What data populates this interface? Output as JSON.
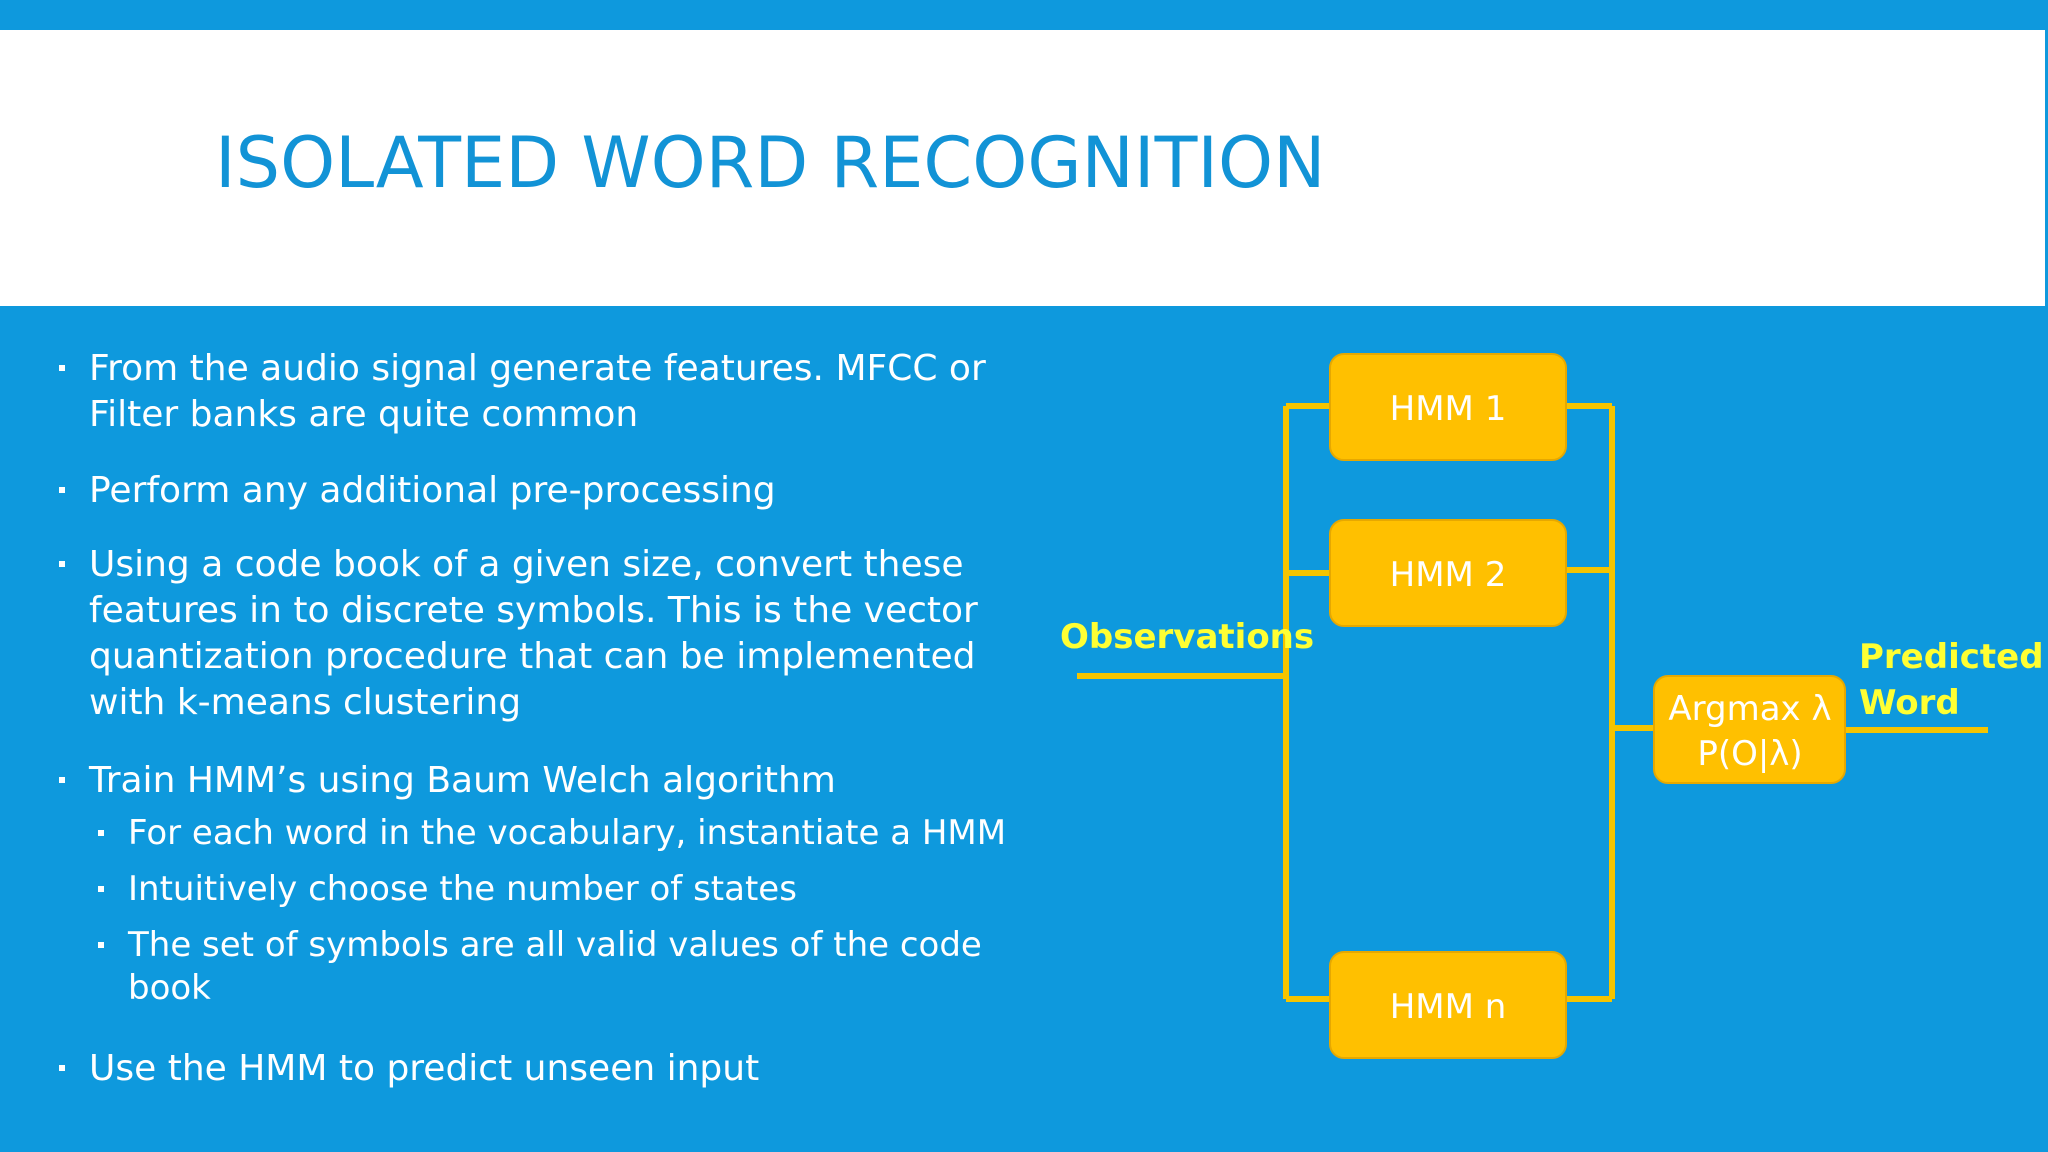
{
  "slide": {
    "title": "ISOLATED WORD RECOGNITION"
  },
  "bullets": [
    {
      "lines": [
        "From the audio signal generate features. MFCC or",
        "Filter banks are quite common"
      ]
    },
    {
      "lines": [
        "Perform any additional pre-processing"
      ]
    },
    {
      "lines": [
        "Using a code book of a given size, convert these",
        "features in to discrete symbols. This is the vector",
        "quantization procedure that can be implemented",
        "with k-means clustering"
      ]
    },
    {
      "lines": [
        "Train HMM’s using Baum Welch algorithm"
      ],
      "sub": [
        {
          "lines": [
            "For each word in the vocabulary, instantiate a HMM"
          ]
        },
        {
          "lines": [
            "Intuitively choose the number of states"
          ]
        },
        {
          "lines": [
            "The set of symbols are all valid values of the code",
            "book"
          ]
        }
      ]
    },
    {
      "lines": [
        "Use the HMM to predict unseen input"
      ]
    }
  ],
  "diagram": {
    "input_label": "Observations",
    "models": [
      "HMM 1",
      "HMM 2",
      "HMM n"
    ],
    "selector": [
      "Argmax λ",
      "P(O|λ)"
    ],
    "output_label": [
      "Predicted",
      "Word"
    ],
    "colors": {
      "box_fill": "#ffc000",
      "box_border": "#e6a800",
      "line": "#f5c400",
      "label": "#ffff33"
    }
  }
}
